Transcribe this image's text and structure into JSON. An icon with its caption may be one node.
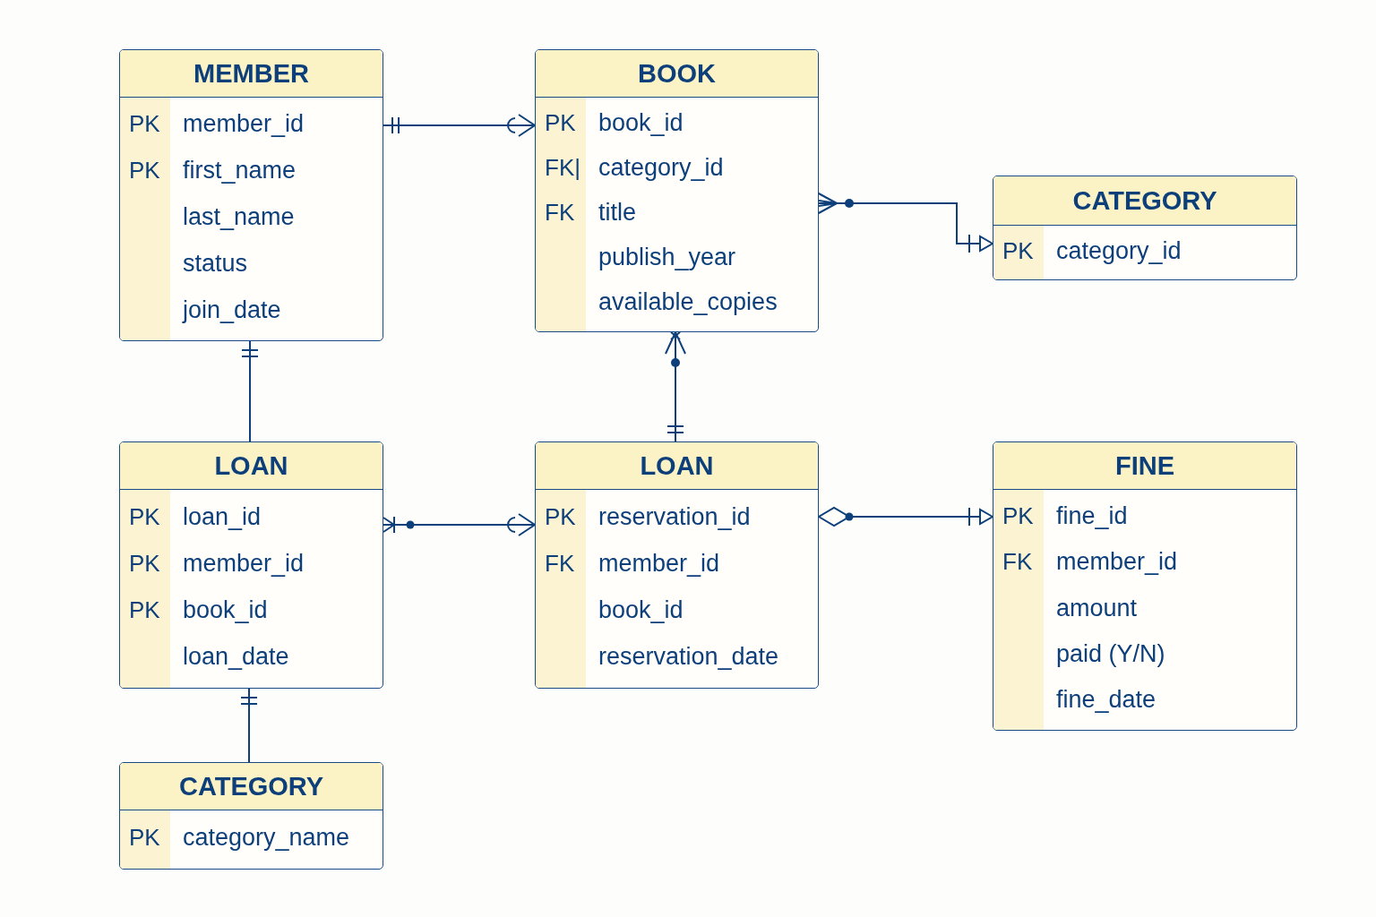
{
  "diagram": {
    "nodes": [
      {
        "text": [
          "MEMBER"
        ]
      },
      {
        "text": [
          "PK",
          "member_id"
        ],
        "in": 0
      },
      {
        "text": [
          "PK",
          "first_name"
        ],
        "in": 0
      },
      {
        "text": [
          "last_name"
        ],
        "in": 0
      },
      {
        "text": [
          "status"
        ],
        "in": 0
      },
      {
        "text": [
          "join_date"
        ],
        "in": 0
      },
      {
        "text": [
          "BOOK"
        ]
      },
      {
        "text": [
          "PK",
          "book_id"
        ],
        "in": 6
      },
      {
        "text": [
          "FK|",
          "category_id"
        ],
        "in": 6
      },
      {
        "text": [
          "FK",
          "title"
        ],
        "in": 6
      },
      {
        "text": [
          "publish_year"
        ],
        "in": 6
      },
      {
        "text": [
          "available_copies"
        ],
        "in": 6
      },
      {
        "text": [
          "CATEGORY"
        ]
      },
      {
        "text": [
          "PK",
          "category_id"
        ],
        "in": 12
      },
      {
        "text": [
          "LOAN"
        ]
      },
      {
        "text": [
          "PK",
          "loan_id"
        ],
        "in": 14
      },
      {
        "text": [
          "PK",
          "member_id"
        ],
        "in": 14
      },
      {
        "text": [
          "PK",
          "book_id"
        ],
        "in": 14
      },
      {
        "text": [
          "loan_date"
        ],
        "in": 14
      },
      {
        "text": [
          "LOAN"
        ]
      },
      {
        "text": [
          "PK",
          "reservation_id"
        ],
        "in": 19
      },
      {
        "text": [
          "FK",
          "member_id"
        ],
        "in": 19
      },
      {
        "text": [
          "book_id"
        ],
        "in": 19
      },
      {
        "text": [
          "reservation_date"
        ],
        "in": 19
      },
      {
        "text": [
          "FINE"
        ]
      },
      {
        "text": [
          "PK",
          "fine_id"
        ],
        "in": 24
      },
      {
        "text": [
          "FK",
          "member_id"
        ],
        "in": 24
      },
      {
        "text": [
          "amount"
        ],
        "in": 24
      },
      {
        "text": [
          "paid (Y/N)"
        ],
        "in": 24
      },
      {
        "text": [
          "fine_date"
        ],
        "in": 24
      },
      {
        "text": [
          "CATEGORY"
        ]
      },
      {
        "text": [
          "PK",
          "category_name"
        ],
        "in": 30
      }
    ],
    "edges": [
      {
        "from": 0,
        "to": 6,
        "arrow": "to"
      },
      {
        "from": 6,
        "to": 12,
        "arrow": "to"
      },
      {
        "from": 19,
        "to": 6,
        "arrow": "to"
      },
      {
        "from": 0,
        "to": 14,
        "arrow": "other"
      },
      {
        "from": 14,
        "to": 19,
        "arrow": "to"
      },
      {
        "from": 19,
        "to": 24,
        "arrow": "to"
      },
      {
        "from": 14,
        "to": 30,
        "arrow": "other"
      }
    ]
  }
}
